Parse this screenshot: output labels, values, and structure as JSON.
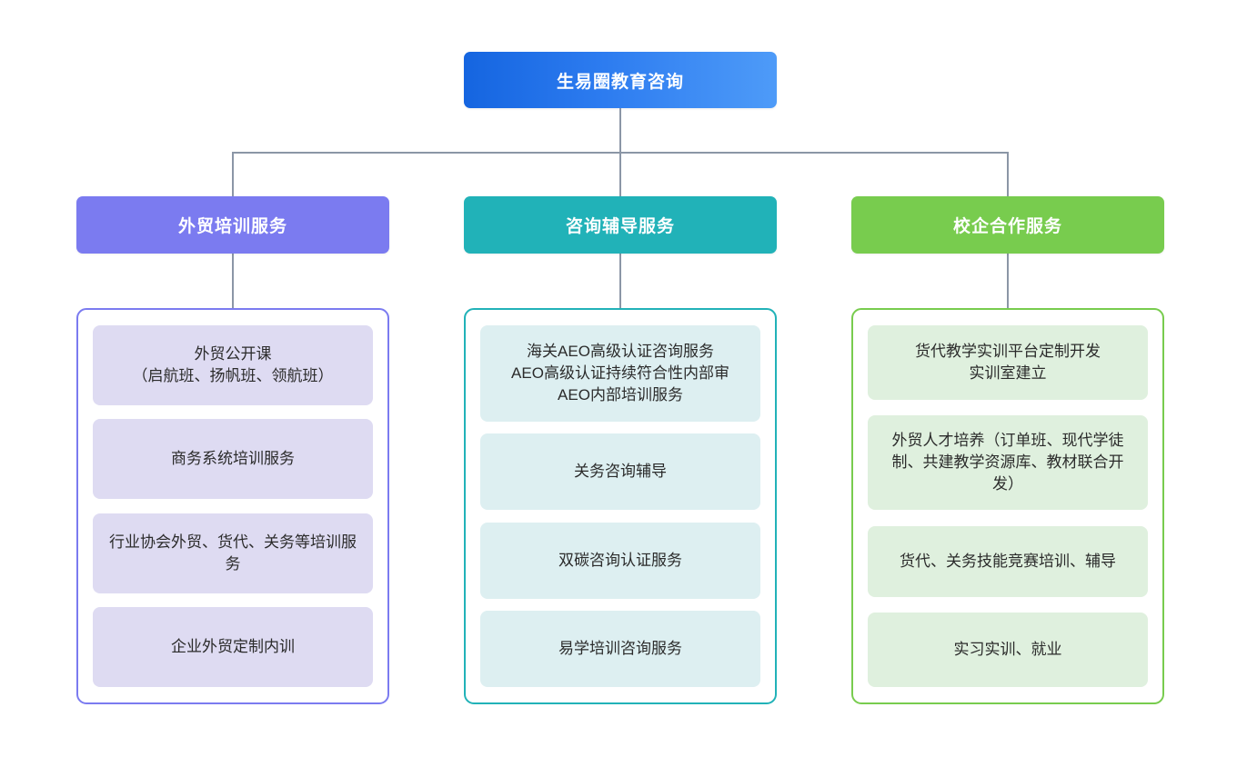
{
  "diagram": {
    "type": "org-tree",
    "root": {
      "label": "生易圈教育咨询",
      "color": "#2d7cf0"
    },
    "columns": [
      {
        "header": "外贸培训服务",
        "color": "#7b7bf0",
        "item_color": "#dedbf2",
        "items": [
          "外贸公开课\n（启航班、扬帆班、领航班）",
          "商务系统培训服务",
          "行业协会外贸、货代、关务等培训服务",
          "企业外贸定制内训"
        ]
      },
      {
        "header": "咨询辅导服务",
        "color": "#21b2b8",
        "item_color": "#ddeff1",
        "items": [
          "海关AEO高级认证咨询服务\nAEO高级认证持续符合性内部审\nAEO内部培训服务",
          "关务咨询辅导",
          "双碳咨询认证服务",
          "易学培训咨询服务"
        ]
      },
      {
        "header": "校企合作服务",
        "color": "#78cc4e",
        "item_color": "#dff0de",
        "items": [
          "货代教学实训平台定制开发\n实训室建立",
          "外贸人才培养（订单班、现代学徒制、共建教学资源库、教材联合开发）",
          "货代、关务技能竞赛培训、辅导",
          "实习实训、就业"
        ]
      }
    ],
    "connector_color": "#8b96a6"
  }
}
